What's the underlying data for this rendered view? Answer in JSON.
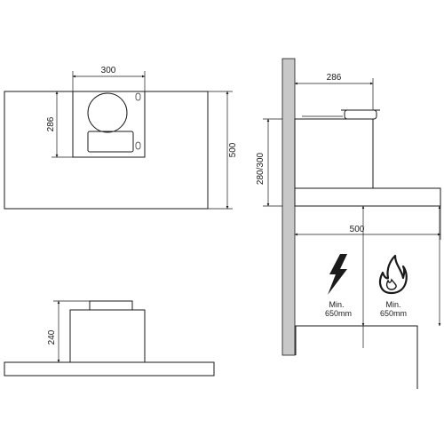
{
  "top_view": {
    "width_label": "300",
    "depth_label": "286",
    "overall_label": "500"
  },
  "front_view": {
    "height_label": "240"
  },
  "side_view": {
    "duct_depth_label": "286",
    "height_label": "280/300",
    "depth_label": "500",
    "electric_clearance_line1": "Min.",
    "electric_clearance_line2": "650mm",
    "gas_clearance_line1": "Min.",
    "gas_clearance_line2": "650mm",
    "electric_icon": "lightning-bolt-icon",
    "gas_icon": "flame-icon"
  },
  "colors": {
    "wall": "#c8c8c8",
    "line": "#1a1a1a"
  }
}
